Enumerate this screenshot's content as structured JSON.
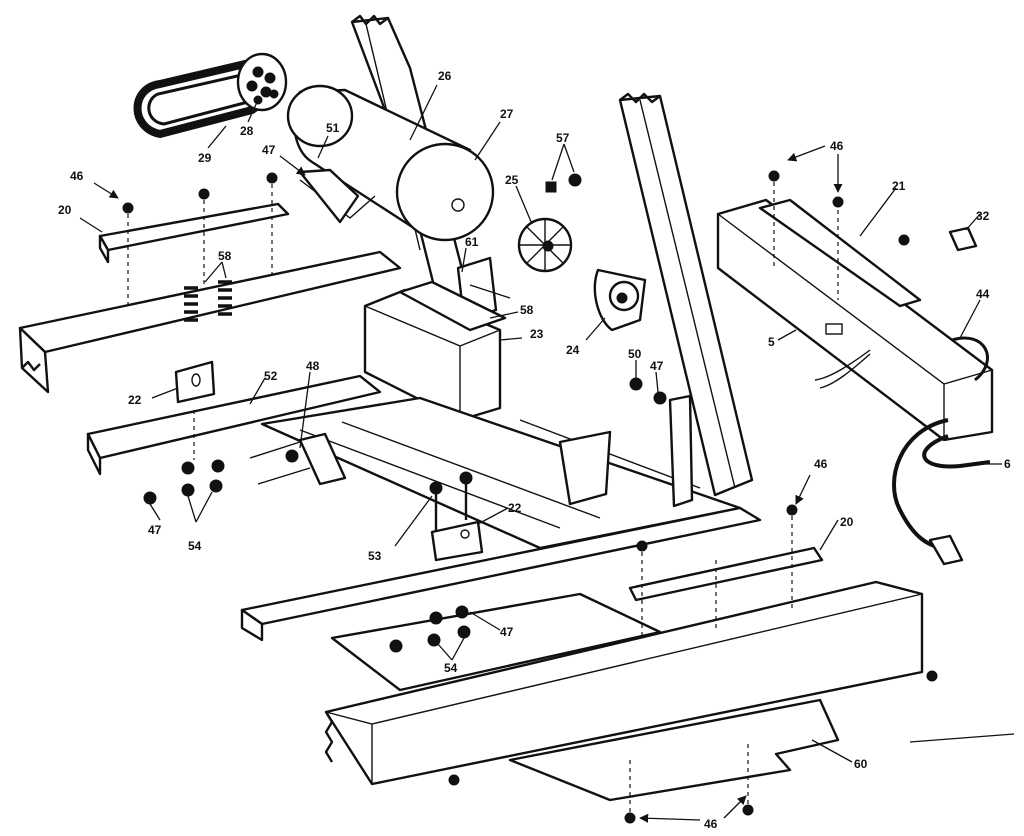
{
  "diagram": {
    "labels": [
      "26",
      "27",
      "28",
      "29",
      "51",
      "47",
      "46",
      "20",
      "58",
      "61",
      "58",
      "23",
      "57",
      "25",
      "24",
      "50",
      "47",
      "46",
      "21",
      "32",
      "44",
      "5",
      "6",
      "22",
      "52",
      "48",
      "47",
      "54",
      "53",
      "22",
      "46",
      "20",
      "47",
      "54",
      "60",
      "46"
    ]
  },
  "colors": {
    "ink": "#111111",
    "paper": "#ffffff"
  }
}
